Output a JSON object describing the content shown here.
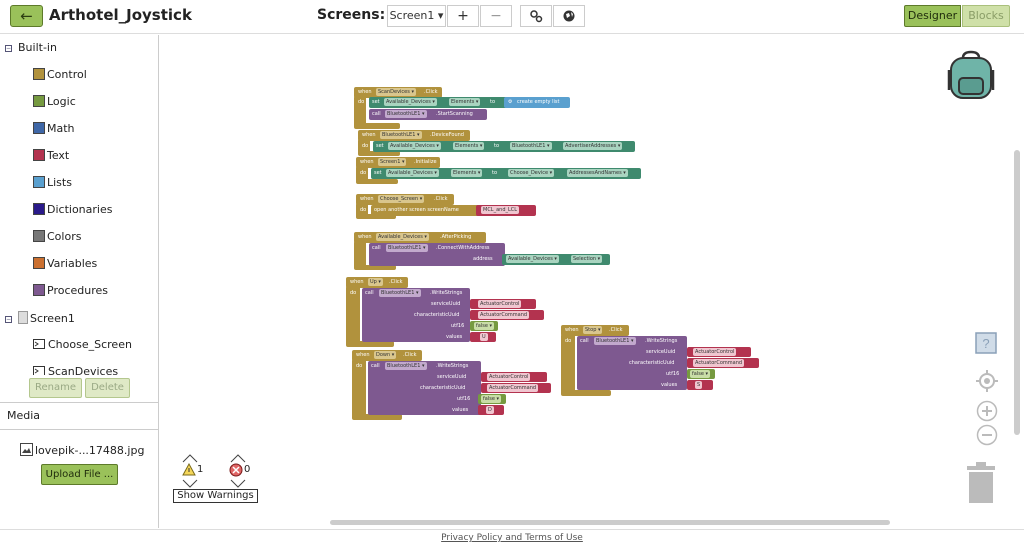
{
  "header": {
    "back_label": "←",
    "project_title": "Arthotel_Joystick",
    "screens_label": "Screens:",
    "screen_select": "Screen1 ▾",
    "add_screen": "+",
    "remove_screen": "−",
    "designer_label": "Designer",
    "blocks_label": "Blocks"
  },
  "sidebar": {
    "builtin_label": "Built-in",
    "categories": [
      {
        "label": "Control",
        "color": "#b1923d"
      },
      {
        "label": "Logic",
        "color": "#769a40"
      },
      {
        "label": "Math",
        "color": "#3f67a7"
      },
      {
        "label": "Text",
        "color": "#b3334f"
      },
      {
        "label": "Lists",
        "color": "#5aa0cf"
      },
      {
        "label": "Dictionaries",
        "color": "#2a1a8a"
      },
      {
        "label": "Colors",
        "color": "#777777"
      },
      {
        "label": "Variables",
        "color": "#cb7030"
      },
      {
        "label": "Procedures",
        "color": "#7e5990"
      }
    ],
    "screen_label": "Screen1",
    "components": [
      "Choose_Screen",
      "ScanDevices"
    ],
    "rename_label": "Rename",
    "delete_label": "Delete"
  },
  "media": {
    "header": "Media",
    "file_name": "lovepik-...17488.jpg",
    "upload_label": "Upload File ..."
  },
  "warnings": {
    "warning_count": "1",
    "error_count": "0",
    "show_label": "Show Warnings"
  },
  "blocks": {
    "when": "when",
    "do": "do",
    "set": "set",
    "to": "to",
    "call": "call",
    "scan_comp": "ScanDevices ▾",
    "click": ".Click",
    "avail_dev": "Available_Devices ▾",
    "elements": "Elements ▾",
    "create_empty_list": "create empty list",
    "ble": "BluetoothLE1 ▾",
    "start_scanning": ".StartScanning",
    "device_found": ".DeviceFound",
    "advertiser_addresses": "AdvertiserAddresses ▾",
    "screen1": "Screen1 ▾",
    "initialize": ".Initialize",
    "choose_device": "Choose_Device ▾",
    "addresses_names": "AddressesAndNames ▾",
    "choose_screen": "Choose_Screen ▾",
    "open_screen": "open another screen  screenName",
    "mcl_lcl": "MCL_and_LCL",
    "after_picking": ".AfterPicking",
    "connect_with_address": ".ConnectWithAddress",
    "address": "address",
    "selection": "Selection ▾",
    "up": "Up ▾",
    "down": "Down ▾",
    "stop": "Stop ▾",
    "write_strings": ".WriteStrings",
    "service_uuid": "serviceUuid",
    "characteristic_uuid": "characteristicUuid",
    "utf16": "utf16",
    "values": "values",
    "actuator_control": "ActuatorControl",
    "actuator_command": "ActuatorCommand",
    "false_val": "false ▾",
    "u": "U",
    "d": "D",
    "s": "S"
  },
  "footer": {
    "policy": "Privacy Policy and Terms of Use"
  }
}
